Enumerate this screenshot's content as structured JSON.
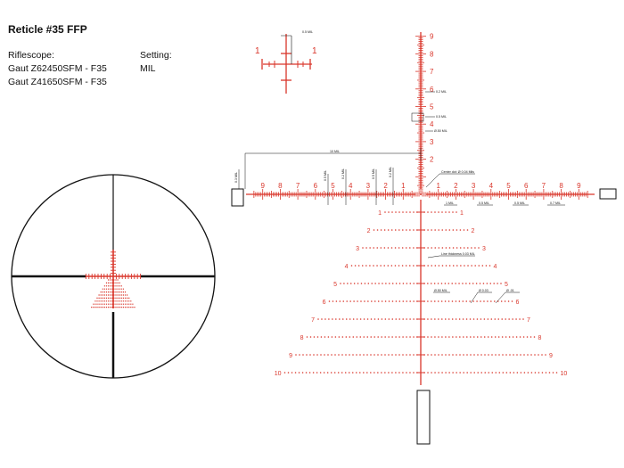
{
  "header": {
    "title": "Reticle #35 FFP",
    "riflescope_label": "Riflescope:",
    "riflescope_models": [
      "Gaut Z62450SFM - F35",
      "Gaut Z41650SFM - F35"
    ],
    "setting_label": "Setting:",
    "setting_value": "MIL"
  },
  "reticle": {
    "color": "#d9362b",
    "line_color": "#111111",
    "horizontal_numbers": [
      "9",
      "8",
      "7",
      "6",
      "5",
      "4",
      "3",
      "2",
      "1",
      "1",
      "2",
      "3",
      "4",
      "5",
      "6",
      "7",
      "8",
      "9"
    ],
    "vertical_numbers": [
      "9",
      "8",
      "7",
      "6",
      "5",
      "4",
      "3",
      "2"
    ],
    "holdover_rows": [
      "1",
      "2",
      "3",
      "4",
      "5",
      "6",
      "7",
      "8",
      "9",
      "10"
    ],
    "detail_numbers": [
      "1",
      "1"
    ],
    "annotations": {
      "top_detail": "0.5 MIL",
      "v_02": "0.2 MIL",
      "v_05": "0.5 MIL",
      "v_050": "Ø.50 MIL",
      "ten_mil": "10 MIL",
      "center_dot": "Center dot: Ø 0.04 Mils",
      "left_05a": "0.5 MIL",
      "left_02a": "0.2 MIL",
      "left_05b": "0.5 MIL",
      "left_02b": "0.2 MIL",
      "left_03": "0.3 MIL",
      "r_1": "1 MIL",
      "r_2": "0.5 MIL",
      "r_3": "0.5 MIL",
      "r_4": "0.7 MIL",
      "line_thickness": "Line thickness 0.03 MIL",
      "dot_050": "Ø.50 MIL",
      "dot_003": "Ø 0.03",
      "dot_01": "Ø .01"
    }
  }
}
